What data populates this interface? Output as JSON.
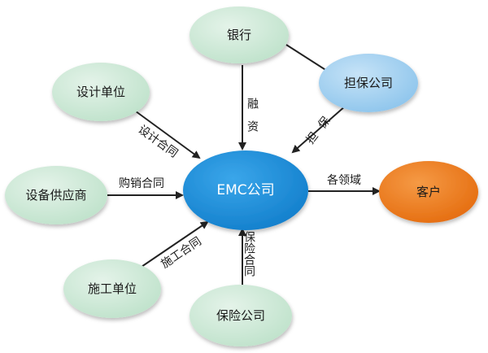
{
  "nodes": {
    "bank": "银行",
    "design_unit": "设计单位",
    "guarantee_company": "担保公司",
    "equipment_supplier": "设备供应商",
    "emc_company": "EMC公司",
    "customer": "客户",
    "construction_unit": "施工单位",
    "insurance_company": "保险公司"
  },
  "edges": {
    "financing": "融资",
    "guarantee": "担保",
    "design_contract": "设计合同",
    "purchase_contract": "购销合同",
    "various_fields": "各领域",
    "construction_contract": "施工合同",
    "insurance_contract": "保险合同"
  },
  "colors": {
    "peripheral_node": "#cde8d6",
    "guarantee_node": "#a9d3f0",
    "emc_node": "#1b8ed8",
    "customer_node": "#ee7a1c",
    "arrow": "#222222"
  }
}
